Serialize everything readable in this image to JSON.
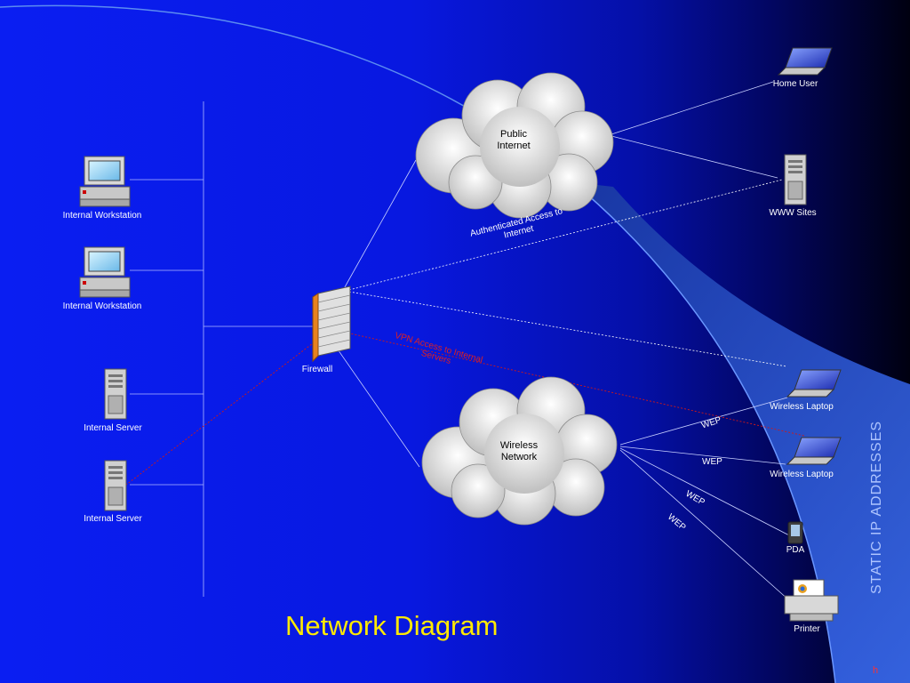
{
  "title": "Network Diagram",
  "side_label": "STATIC IP ADDRESSES",
  "page_number": "h",
  "clouds": {
    "public": [
      "Public",
      "Internet"
    ],
    "wireless": [
      "Wireless",
      "Network"
    ]
  },
  "nodes": {
    "internal_workstation_1": "Internal Workstation",
    "internal_workstation_2": "Internal Workstation",
    "internal_server_1": "Internal Server",
    "internal_server_2": "Internal Server",
    "firewall": "Firewall",
    "home_user": "Home User",
    "www_sites": "WWW Sites",
    "wireless_laptop_1": "Wireless Laptop",
    "wireless_laptop_2": "Wireless Laptop",
    "pda": "PDA",
    "printer": "Printer"
  },
  "connections": {
    "authenticated": [
      "Authenticated Access  to",
      "Internet"
    ],
    "vpn": [
      "VPN Access to Internal",
      "Servers"
    ],
    "wep_1": "WEP",
    "wep_2": "WEP",
    "wep_3": "WEP",
    "wep_4": "WEP"
  },
  "colors": {
    "title": "#ffe900",
    "vpn_line": "#d01818",
    "side_band": "#3a6cf4"
  }
}
